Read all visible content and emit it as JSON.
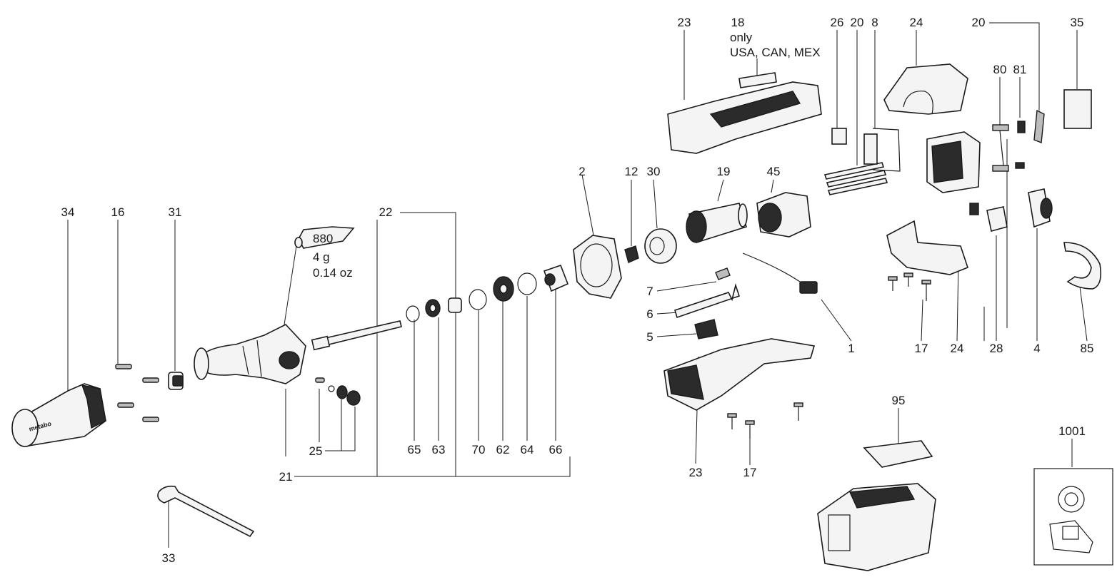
{
  "part_labels": {
    "p34": "34",
    "p16": "16",
    "p31": "31",
    "p22": "22",
    "p2": "2",
    "p12": "12",
    "p30": "30",
    "p19": "19",
    "p45": "45",
    "p23a": "23",
    "p18": "18",
    "p26": "26",
    "p20a": "20",
    "p8": "8",
    "p24a": "24",
    "p20b": "20",
    "p35": "35",
    "p80": "80",
    "p81": "81",
    "p7": "7",
    "p6": "6",
    "p5": "5",
    "p1": "1",
    "p17a": "17",
    "p24b": "24",
    "p28": "28",
    "p4": "4",
    "p85": "85",
    "p25": "25",
    "p65": "65",
    "p63": "63",
    "p70": "70",
    "p62": "62",
    "p64": "64",
    "p66": "66",
    "p21": "21",
    "p23b": "23",
    "p17b": "17",
    "p95": "95",
    "p1001": "1001",
    "p33": "33"
  },
  "annotations": {
    "note18_line1": "only",
    "note18_line2": "USA, CAN, MEX",
    "grease_code": "880",
    "grease_weight_g": "4 g",
    "grease_weight_oz": "0.14 oz"
  },
  "brand": {
    "logo_text": "metabo"
  }
}
